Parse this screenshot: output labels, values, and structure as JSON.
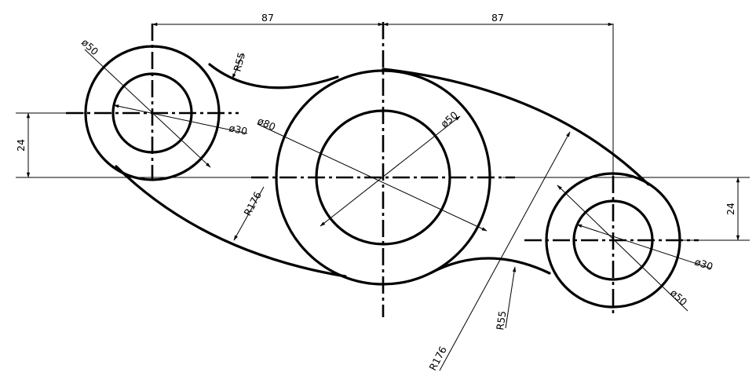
{
  "dimensions": {
    "top_left_spacing": "87",
    "top_right_spacing": "87",
    "left_vertical_offset": "24",
    "right_vertical_offset": "24",
    "left_outer_diameter": "ø50",
    "left_inner_diameter": "ø30",
    "left_blend_radius": "R55",
    "center_outer_diameter": "ø80",
    "center_inner_diameter": "ø50",
    "lower_blend_radius": "R176",
    "upper_blend_radius_long": "R176",
    "lower_right_blend_radius": "R55",
    "right_inner_diameter": "ø30",
    "right_outer_diameter": "ø50"
  }
}
